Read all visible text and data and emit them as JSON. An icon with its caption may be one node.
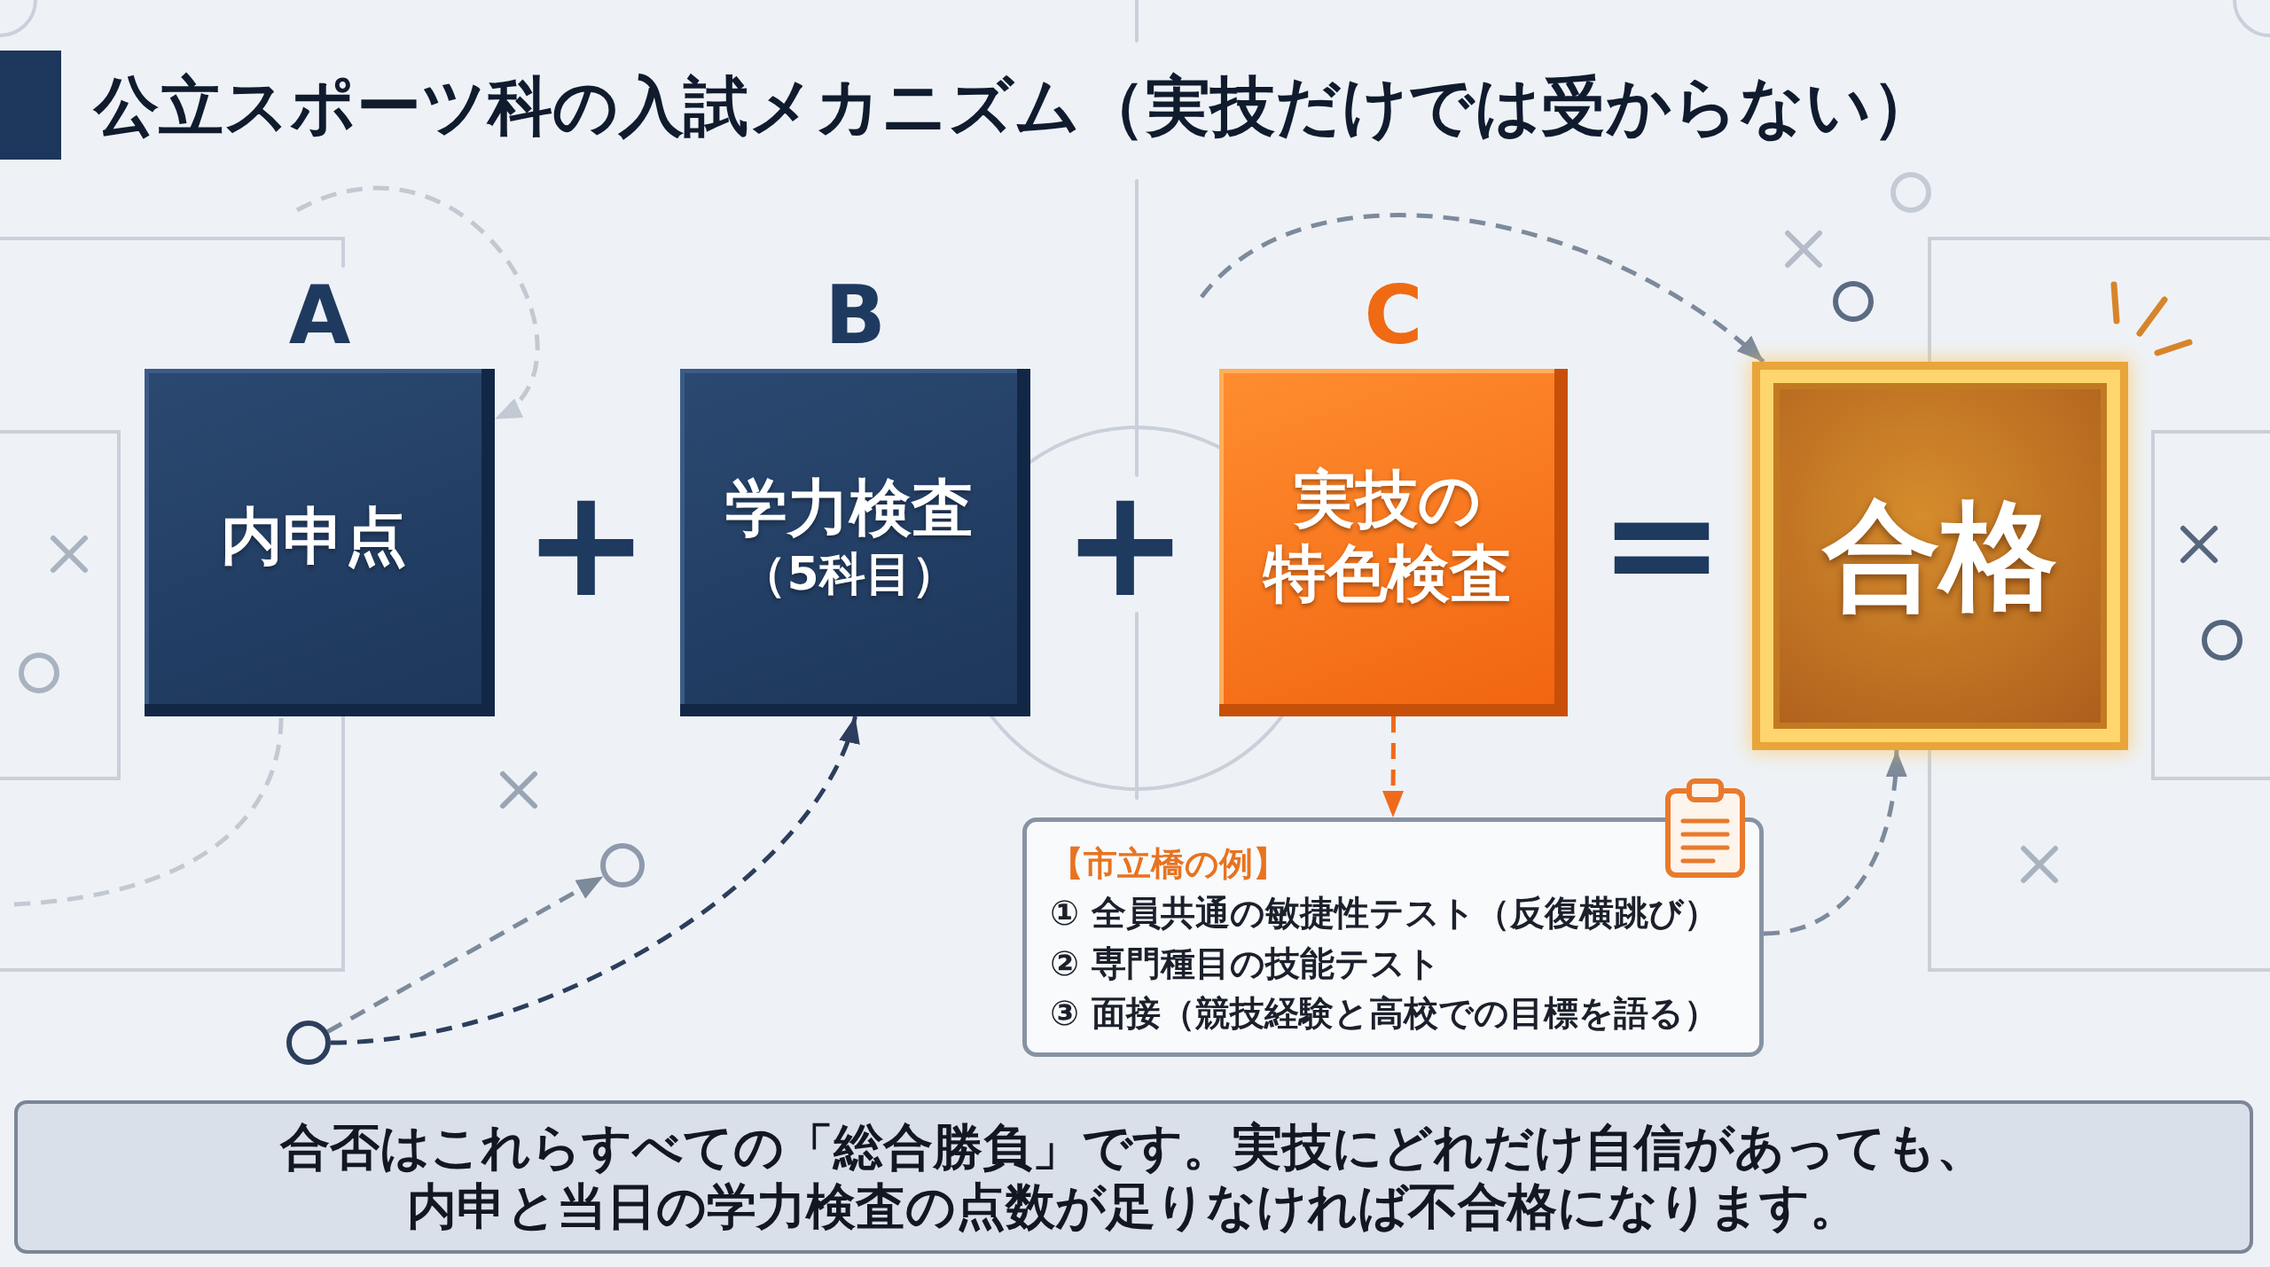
{
  "diagram": {
    "title": "公立スポーツ科の入試メカニズム（実技だけでは受からない）",
    "nodes": [
      {
        "text": [
          "A",
          "内申点"
        ]
      },
      {
        "text": [
          "B",
          "学力検査",
          "（5科目）"
        ]
      },
      {
        "text": [
          "C",
          "実技の特色検査"
        ]
      },
      {
        "text": [
          "合格"
        ]
      },
      {
        "text": [
          "【市立橋の例】",
          "① 全員共通の敏捷性テスト（反復横跳び）",
          "② 専門種目の技能テスト",
          "③ 面接（競技経験と高校での目標を語る）"
        ]
      },
      {
        "text": [],
        "shape": "circle"
      },
      {
        "text": [],
        "shape": "circle"
      },
      {
        "text": [
          "合否はこれらすべての「総合勝負」です。実技にどれだけ自信があっても、内申と当日の学力検査の点数が足りなければ不合格になります。"
        ]
      }
    ],
    "edges": [
      {
        "from": 2,
        "to": 4,
        "arrow": "to",
        "style": "dashed",
        "color": "#f06a1c"
      },
      {
        "from": 4,
        "to": 3,
        "arrow": "to",
        "style": "dashed"
      },
      {
        "from": null,
        "to": 3,
        "arrow": "to",
        "style": "dashed"
      },
      {
        "from": null,
        "to": 0,
        "arrow": "to",
        "style": "dashed",
        "color": "#c2c9d2"
      },
      {
        "from": null,
        "to": 0,
        "arrow": "none",
        "style": "dashed",
        "color": "#c2c9d2"
      },
      {
        "from": 6,
        "to": 1,
        "arrow": "to",
        "style": "dashed",
        "color": "#2c3e5c"
      },
      {
        "from": 6,
        "to": 5,
        "arrow": "to",
        "style": "dashed"
      }
    ],
    "labels": [
      "+",
      "+",
      "="
    ]
  }
}
